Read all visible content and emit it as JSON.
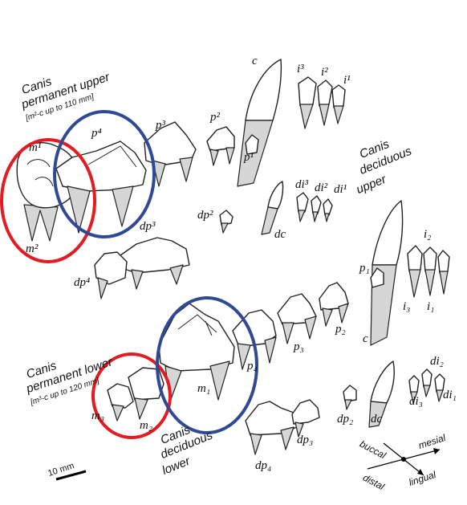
{
  "colors": {
    "red_ring": "#e31b23",
    "blue_ring": "#2e4a95",
    "root_fill": "#d6d6d6"
  },
  "labels": {
    "upper_permanent_title_1": "Canis",
    "upper_permanent_title_2": "permanent upper",
    "upper_permanent_sub": "[m²-c up to 110  mm]",
    "upper_deciduous_title_1": "Canis",
    "upper_deciduous_title_2": "deciduous",
    "upper_deciduous_title_3": "upper",
    "lower_permanent_title_1": "Canis",
    "lower_permanent_title_2": "permanent lower",
    "lower_permanent_sub": "[m³-c up to 120 mm]",
    "lower_deciduous_title_1": "Canis",
    "lower_deciduous_title_2": "deciduous",
    "lower_deciduous_title_3": "lower"
  },
  "teeth_upper_permanent": {
    "c": "c",
    "i3": "i³",
    "i2": "i²",
    "i1": "i¹",
    "p2": "p²",
    "p1": "p¹",
    "p3": "p³",
    "p4": "p⁴",
    "m1": "m¹",
    "m2": "m²"
  },
  "teeth_upper_deciduous": {
    "di3": "di³",
    "di2": "di²",
    "di1": "di¹",
    "dc": "dc",
    "dp2": "dp²",
    "dp3": "dp³",
    "dp4": "dp⁴"
  },
  "teeth_lower_permanent": {
    "i2": "i₂",
    "i3": "i₃",
    "i1": "i₁",
    "p1": "p₁",
    "p2": "p₂",
    "p3": "p₃",
    "p4": "p₄",
    "c": "c",
    "m1": "m₁",
    "m2": "m₂",
    "m3": "m₃"
  },
  "teeth_lower_deciduous": {
    "di2": "di₂",
    "di3": "di₃",
    "di1": "di₁",
    "dc": "dc",
    "dp2": "dp₂",
    "dp3": "dp₃",
    "dp4": "dp₄"
  },
  "compass": {
    "buccal": "buccal",
    "mesial": "mesial",
    "distal": "distal",
    "lingual": "lingual"
  },
  "scale_bar": {
    "label": "10 mm"
  }
}
